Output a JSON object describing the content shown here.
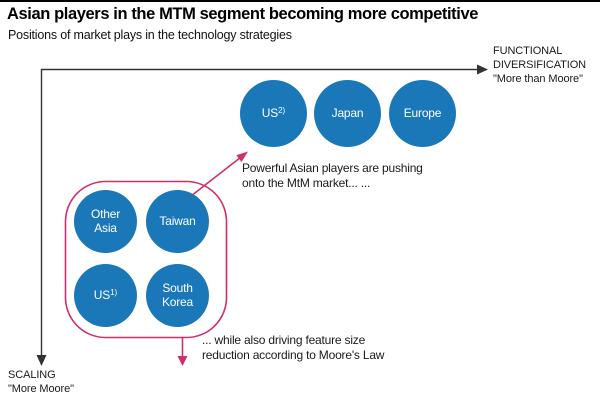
{
  "header": {
    "title": "Asian players in the MTM segment becoming more competitive",
    "subtitle": "Positions of market plays in the technology strategies"
  },
  "axes": {
    "x_label": "FUNCTIONAL\nDIVERSIFICATION\n\"More than Moore\"",
    "y_label": "SCALING\n\"More Moore\""
  },
  "bubbles": {
    "mtm_row": [
      {
        "label": "US",
        "footnote": "2)"
      },
      {
        "label": "Japan"
      },
      {
        "label": "Europe"
      }
    ],
    "asian_cluster": [
      {
        "label": "Other\nAsia"
      },
      {
        "label": "Taiwan"
      },
      {
        "label": "US",
        "footnote": "1)"
      },
      {
        "label": "South\nKorea"
      }
    ]
  },
  "annotations": {
    "push": "Powerful Asian players are pushing\nonto the MtM market... ...",
    "moore": "... while also driving feature size\nreduction according to Moore's Law"
  },
  "colors": {
    "bubble_blue": "#1b78b8",
    "accent_pink": "#d02e6c",
    "axis_black": "#333333"
  }
}
